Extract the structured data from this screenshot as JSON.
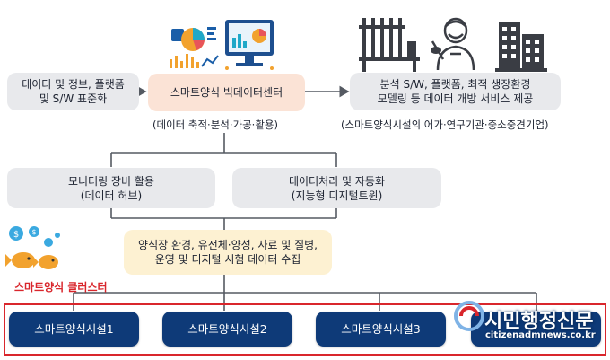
{
  "left_box": "데이터 및 정보, 플랫폼\n및 S/W 표준화",
  "center_box": "스마트양식 빅데이터센터",
  "center_caption": "(데이터 축적·분석·가공·활용)",
  "right_box": "분석 S/W, 플랫폼, 최적 생장환경\n모델링 등 데이터 개방 서비스 제공",
  "right_caption": "(스마트양식시설의 어가·연구기관·중소중견기업)",
  "mid_left_box": "모니터링 장비 활용\n(데이터 허브)",
  "mid_right_box": "데이터처리 및 자동화\n(지능형 디지털트윈)",
  "collect_box": "양식장 환경, 유전체·양성, 사료 및 질병,\n운영 및 디지털 시험 데이터 수집",
  "cluster_label": "스마트양식 클러스터",
  "facilities": [
    "스마트양식시설1",
    "스마트양식시설2",
    "스마트양식시설3"
  ],
  "watermark": {
    "title": "시민행정신문",
    "url": "citizenadmnews.co.kr"
  },
  "colors": {
    "navy": "#0e3a78",
    "cluster_red": "#d9262c",
    "peach": "#fbe3d6",
    "grey": "#e8e9ec",
    "cream": "#fdf1d2"
  },
  "icons": [
    "data-analytics-icon",
    "big-data-monitor-icon",
    "research-lab-icon",
    "fisher-icon",
    "enterprise-building-icon",
    "fish-coins-icon"
  ]
}
